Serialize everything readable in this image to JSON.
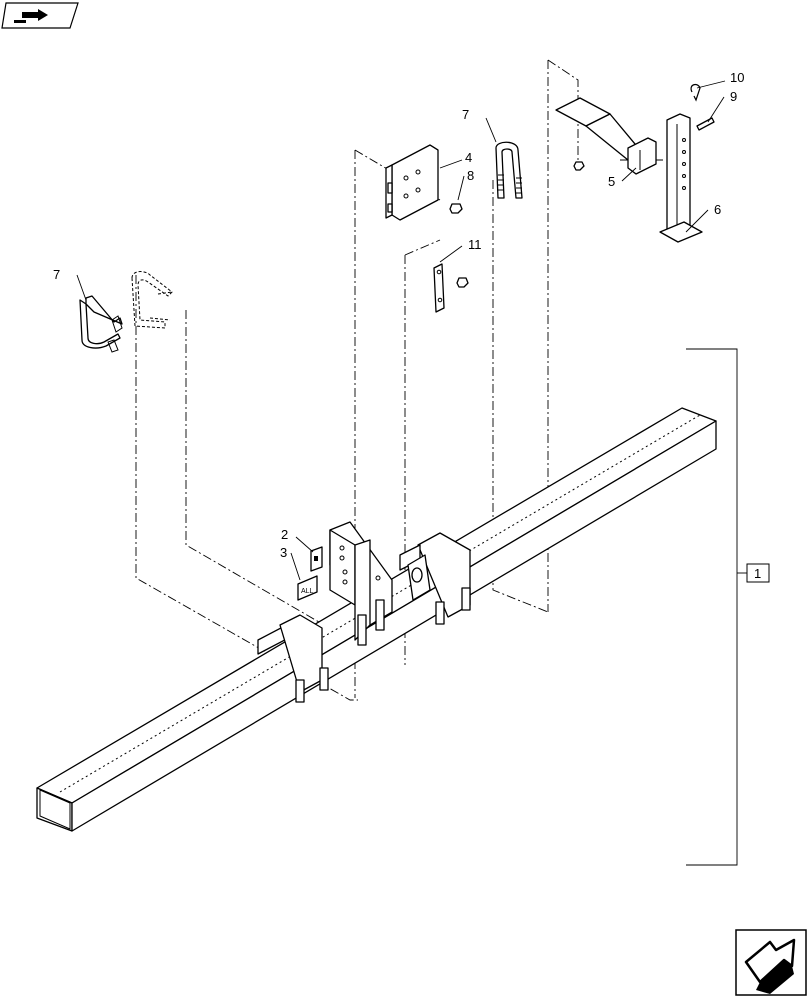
{
  "diagram": {
    "callouts": [
      {
        "id": "c1",
        "text": "1"
      },
      {
        "id": "c2",
        "text": "2"
      },
      {
        "id": "c3",
        "text": "3"
      },
      {
        "id": "c4",
        "text": "4"
      },
      {
        "id": "c5",
        "text": "5"
      },
      {
        "id": "c6",
        "text": "6"
      },
      {
        "id": "c7a",
        "text": "7"
      },
      {
        "id": "c7b",
        "text": "7"
      },
      {
        "id": "c8",
        "text": "8"
      },
      {
        "id": "c9",
        "text": "9"
      },
      {
        "id": "c10",
        "text": "10"
      },
      {
        "id": "c11",
        "text": "11"
      }
    ]
  },
  "icons": {
    "top_left": "book-pointer-icon",
    "bottom_right": "next-page-arrow-icon"
  },
  "colors": {
    "ink": "#000000",
    "paper": "#ffffff"
  }
}
